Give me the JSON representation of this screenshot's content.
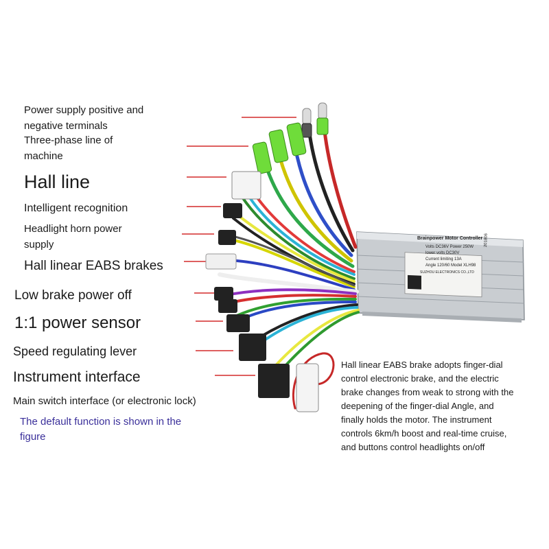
{
  "labels": {
    "power_supply_1": "Power supply positive and",
    "power_supply_2": "negative terminals",
    "three_phase_1": "Three-phase line of",
    "three_phase_2": "machine",
    "hall_line": "Hall line",
    "intelligent": "Intelligent recognition",
    "headlight_1": "Headlight horn power",
    "headlight_2": "supply",
    "hall_linear": "Hall linear EABS brakes",
    "low_brake": "Low brake power off",
    "power_sensor": "1:1 power sensor",
    "speed_lever": "Speed regulating lever",
    "instrument": "Instrument interface",
    "main_switch": "Main switch interface (or electronic lock)"
  },
  "default_note": {
    "line1": "The default function is shown in the",
    "line2": "figure"
  },
  "description": {
    "line1": "Hall linear EABS brake adopts finger-dial",
    "line2": "control electronic brake, and the electric",
    "line3": "brake changes from weak to strong with the",
    "line4": "deepening of the finger-dial Angle, and",
    "line5": "finally holds the motor. The instrument",
    "line6": "controls 6km/h boost and real-time cruise,",
    "line7": "and buttons control headlights on/off"
  },
  "controller": {
    "title": "Brainpower Motor Controller",
    "specs1": "Volts DC36V   Power 250W",
    "specs2": "lower volts DC30V",
    "specs3": "Current limiting 13A",
    "specs4": "Angle 120/60  Model XLH98",
    "maker": "SUZHOU ELECTRONICS CO.,LTD",
    "date": "201806"
  },
  "colors": {
    "pointer": "#d42a2a",
    "default_note": "#3a2f9a",
    "connector_green": "#6fdc3a"
  }
}
